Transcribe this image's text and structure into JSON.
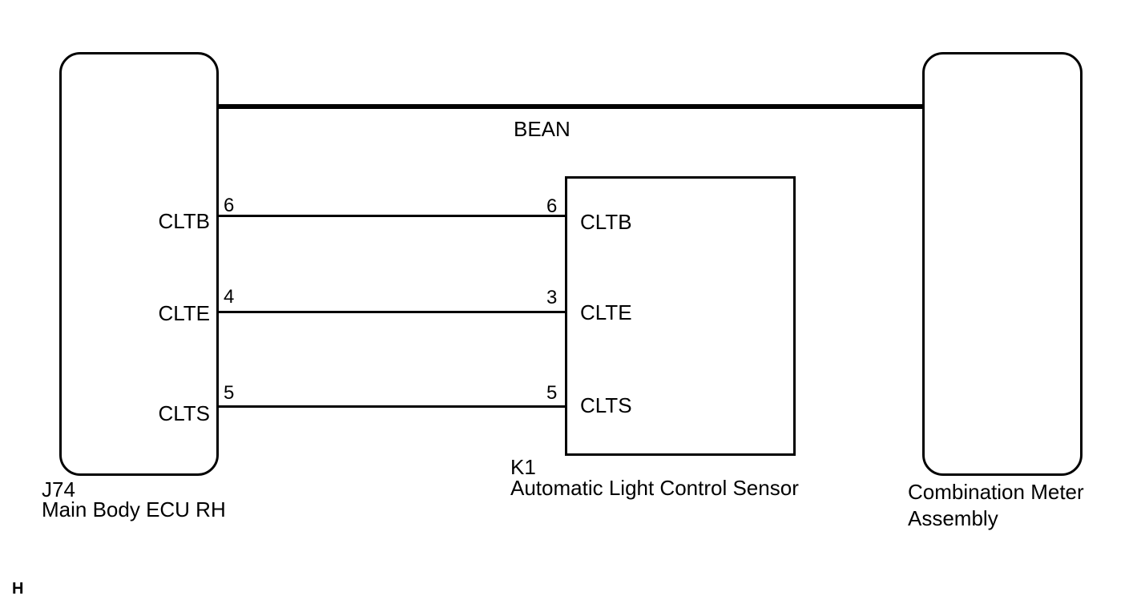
{
  "bus": {
    "label": "BEAN"
  },
  "ecu": {
    "code": "J74",
    "name": "Main Body ECU RH",
    "terminals": [
      {
        "name": "CLTB",
        "pin": "6"
      },
      {
        "name": "CLTE",
        "pin": "4"
      },
      {
        "name": "CLTS",
        "pin": "5"
      }
    ]
  },
  "sensor": {
    "code": "K1",
    "name": "Automatic Light Control Sensor",
    "terminals": [
      {
        "name": "CLTB",
        "pin": "6"
      },
      {
        "name": "CLTE",
        "pin": "3"
      },
      {
        "name": "CLTS",
        "pin": "5"
      }
    ]
  },
  "meter": {
    "name_line1": "Combination Meter",
    "name_line2": "Assembly"
  },
  "footer": {
    "mark": "H"
  }
}
